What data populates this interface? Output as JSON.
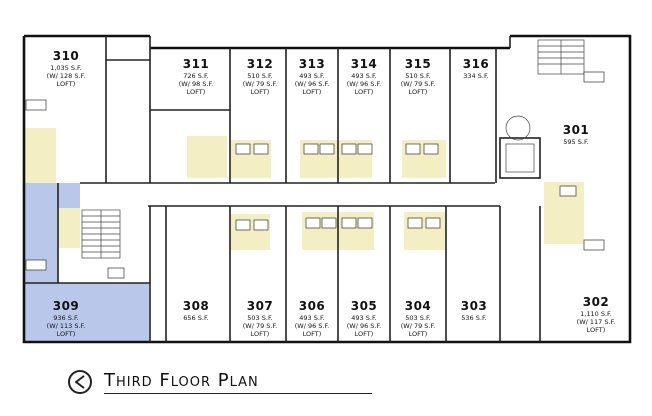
{
  "title": "Third Floor Plan",
  "units": [
    {
      "id": "u310",
      "number": "310",
      "area": [
        "1,035 S.F.",
        "(W/ 128 S.F.",
        "LOFT)"
      ]
    },
    {
      "id": "u311",
      "number": "311",
      "area": [
        "726 S.F.",
        "(W/ 98 S.F.",
        "LOFT)"
      ]
    },
    {
      "id": "u312",
      "number": "312",
      "area": [
        "510 S.F.",
        "(W/ 79 S.F.",
        "LOFT)"
      ]
    },
    {
      "id": "u313",
      "number": "313",
      "area": [
        "493 S.F.",
        "(W/ 96 S.F.",
        "LOFT)"
      ]
    },
    {
      "id": "u314",
      "number": "314",
      "area": [
        "493 S.F.",
        "(W/ 96 S.F.",
        "LOFT)"
      ]
    },
    {
      "id": "u315",
      "number": "315",
      "area": [
        "510 S.F.",
        "(W/ 79 S.F.",
        "LOFT)"
      ]
    },
    {
      "id": "u316",
      "number": "316",
      "area": [
        "334 S.F."
      ]
    },
    {
      "id": "u301",
      "number": "301",
      "area": [
        "595 S.F."
      ]
    },
    {
      "id": "u302",
      "number": "302",
      "area": [
        "1,110 S.F.",
        "(W/ 117 S.F.",
        "LOFT)"
      ]
    },
    {
      "id": "u303",
      "number": "303",
      "area": [
        "536 S.F."
      ]
    },
    {
      "id": "u304",
      "number": "304",
      "area": [
        "503 S.F.",
        "(W/ 79 S.F.",
        "LOFT)"
      ]
    },
    {
      "id": "u305",
      "number": "305",
      "area": [
        "493 S.F.",
        "(W/ 96 S.F.",
        "LOFT)"
      ]
    },
    {
      "id": "u306",
      "number": "306",
      "area": [
        "493 S.F.",
        "(W/ 96 S.F.",
        "LOFT)"
      ]
    },
    {
      "id": "u307",
      "number": "307",
      "area": [
        "503 S.F.",
        "(W/ 79 S.F.",
        "LOFT)"
      ]
    },
    {
      "id": "u308",
      "number": "308",
      "area": [
        "656 S.F."
      ]
    },
    {
      "id": "u309",
      "number": "309",
      "area": [
        "936 S.F.",
        "(W/ 113 S.F.",
        "LOFT)"
      ]
    }
  ],
  "colors": {
    "accessible_highlight": "#f4efc3",
    "unit_309_highlight": "#b9c7ea",
    "line": "#222222"
  },
  "icons": {
    "title_marker": "circle-left-arrow-icon"
  }
}
